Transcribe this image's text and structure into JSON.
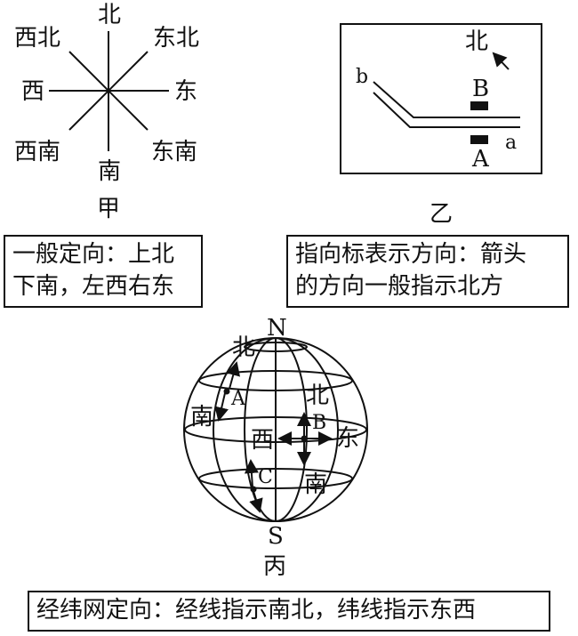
{
  "panel_jia": {
    "directions": {
      "n": "北",
      "ne": "东北",
      "e": "东",
      "se": "东南",
      "s": "南",
      "sw": "西南",
      "w": "西",
      "nw": "西北"
    },
    "caption": "甲",
    "note_line1": "一般定向：上北",
    "note_line2": "下南，左西右东"
  },
  "panel_yi": {
    "north": "北",
    "label_b_road": "b",
    "label_a_road": "a",
    "label_B": "B",
    "label_A": "A",
    "caption": "乙",
    "note_line1": "指向标表示方向：箭头",
    "note_line2": "的方向一般指示北方"
  },
  "panel_bing": {
    "N": "N",
    "S": "S",
    "A": "A",
    "B": "B",
    "C": "C",
    "north_A": "北",
    "south_A": "南",
    "north_B": "北",
    "south_B": "南",
    "west_B": "西",
    "east_B": "东",
    "caption": "丙",
    "note": "经纬网定向：经线指示南北，纬线指示东西"
  }
}
